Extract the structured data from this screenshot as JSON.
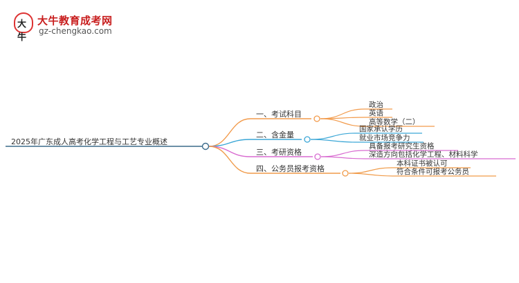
{
  "logo": {
    "badge_text": "大牛",
    "name": "大牛教育成考网",
    "url": "gz-chengkao.com"
  },
  "root": {
    "label": "2025年广东成人高考化学工程与工艺专业概述",
    "color": "#3a6a8a"
  },
  "branches": [
    {
      "label": "一、考试科目",
      "color": "#f29a4a",
      "children": [
        "政治",
        "英语",
        "高等数学（二）"
      ]
    },
    {
      "label": "二、含金量",
      "color": "#3aa6d6",
      "children": [
        "国家承认学历",
        "就业市场竞争力"
      ]
    },
    {
      "label": "三、考研资格",
      "color": "#d86ad0",
      "children": [
        "具备报考研究生资格",
        "深造方向包括化学工程、材料科学"
      ]
    },
    {
      "label": "四、公务员报考资格",
      "color": "#f09a48",
      "children": [
        "本科证书被认可",
        "符合条件可报考公务员"
      ]
    }
  ]
}
